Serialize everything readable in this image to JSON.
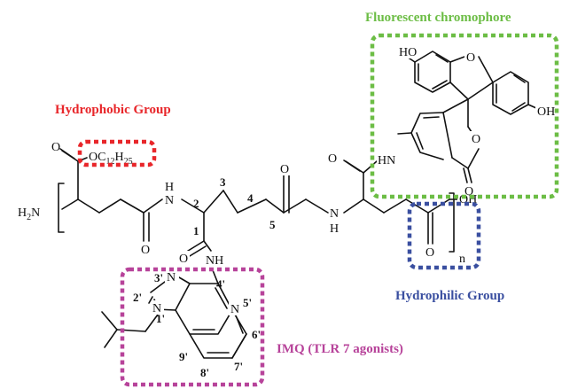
{
  "labels": {
    "fluorescent": "Fluorescent chromophore",
    "hydrophobic": "Hydrophobic Group",
    "hydrophilic": "Hydrophilic Group",
    "imq": "IMQ (TLR 7 agonists)"
  },
  "colors": {
    "fluorescent": "#6cbd45",
    "hydrophobic": "#e8262a",
    "hydrophilic": "#3a4fa0",
    "imq": "#b7439a",
    "bond": "#111111"
  },
  "atoms": {
    "ho": "HO",
    "o_ring": "O",
    "oh_fl": "OH",
    "o_lactone_ring": "O",
    "o_lactone": "O",
    "hn_fl": "HN",
    "o_amide_fl": "O",
    "o_ester": "O",
    "oc_main": "OC",
    "oc_sub1": "12",
    "oc_h": "H",
    "oc_sub2": "25",
    "h2n_h": "H",
    "h2n_2": "2",
    "h2n_n": "N",
    "nh1_n": "N",
    "nh1_h": "H",
    "o_gln": "O",
    "o_c5": "O",
    "nh2_n": "N",
    "nh2_h": "H",
    "o_c1": "O",
    "nh_imq": "NH",
    "oh_cooh": "OH",
    "o_cooh": "O",
    "n_subscript": "n",
    "n3": "N",
    "n1": "N",
    "n5": "N"
  },
  "numbers": {
    "c1": "1",
    "c2": "2",
    "c3": "3",
    "c4": "4",
    "c5": "5",
    "p1": "1'",
    "p2": "2'",
    "p3": "3'",
    "p4": "4'",
    "p5": "5'",
    "p6": "6'",
    "p7": "7'",
    "p8": "8'",
    "p9": "9'"
  }
}
